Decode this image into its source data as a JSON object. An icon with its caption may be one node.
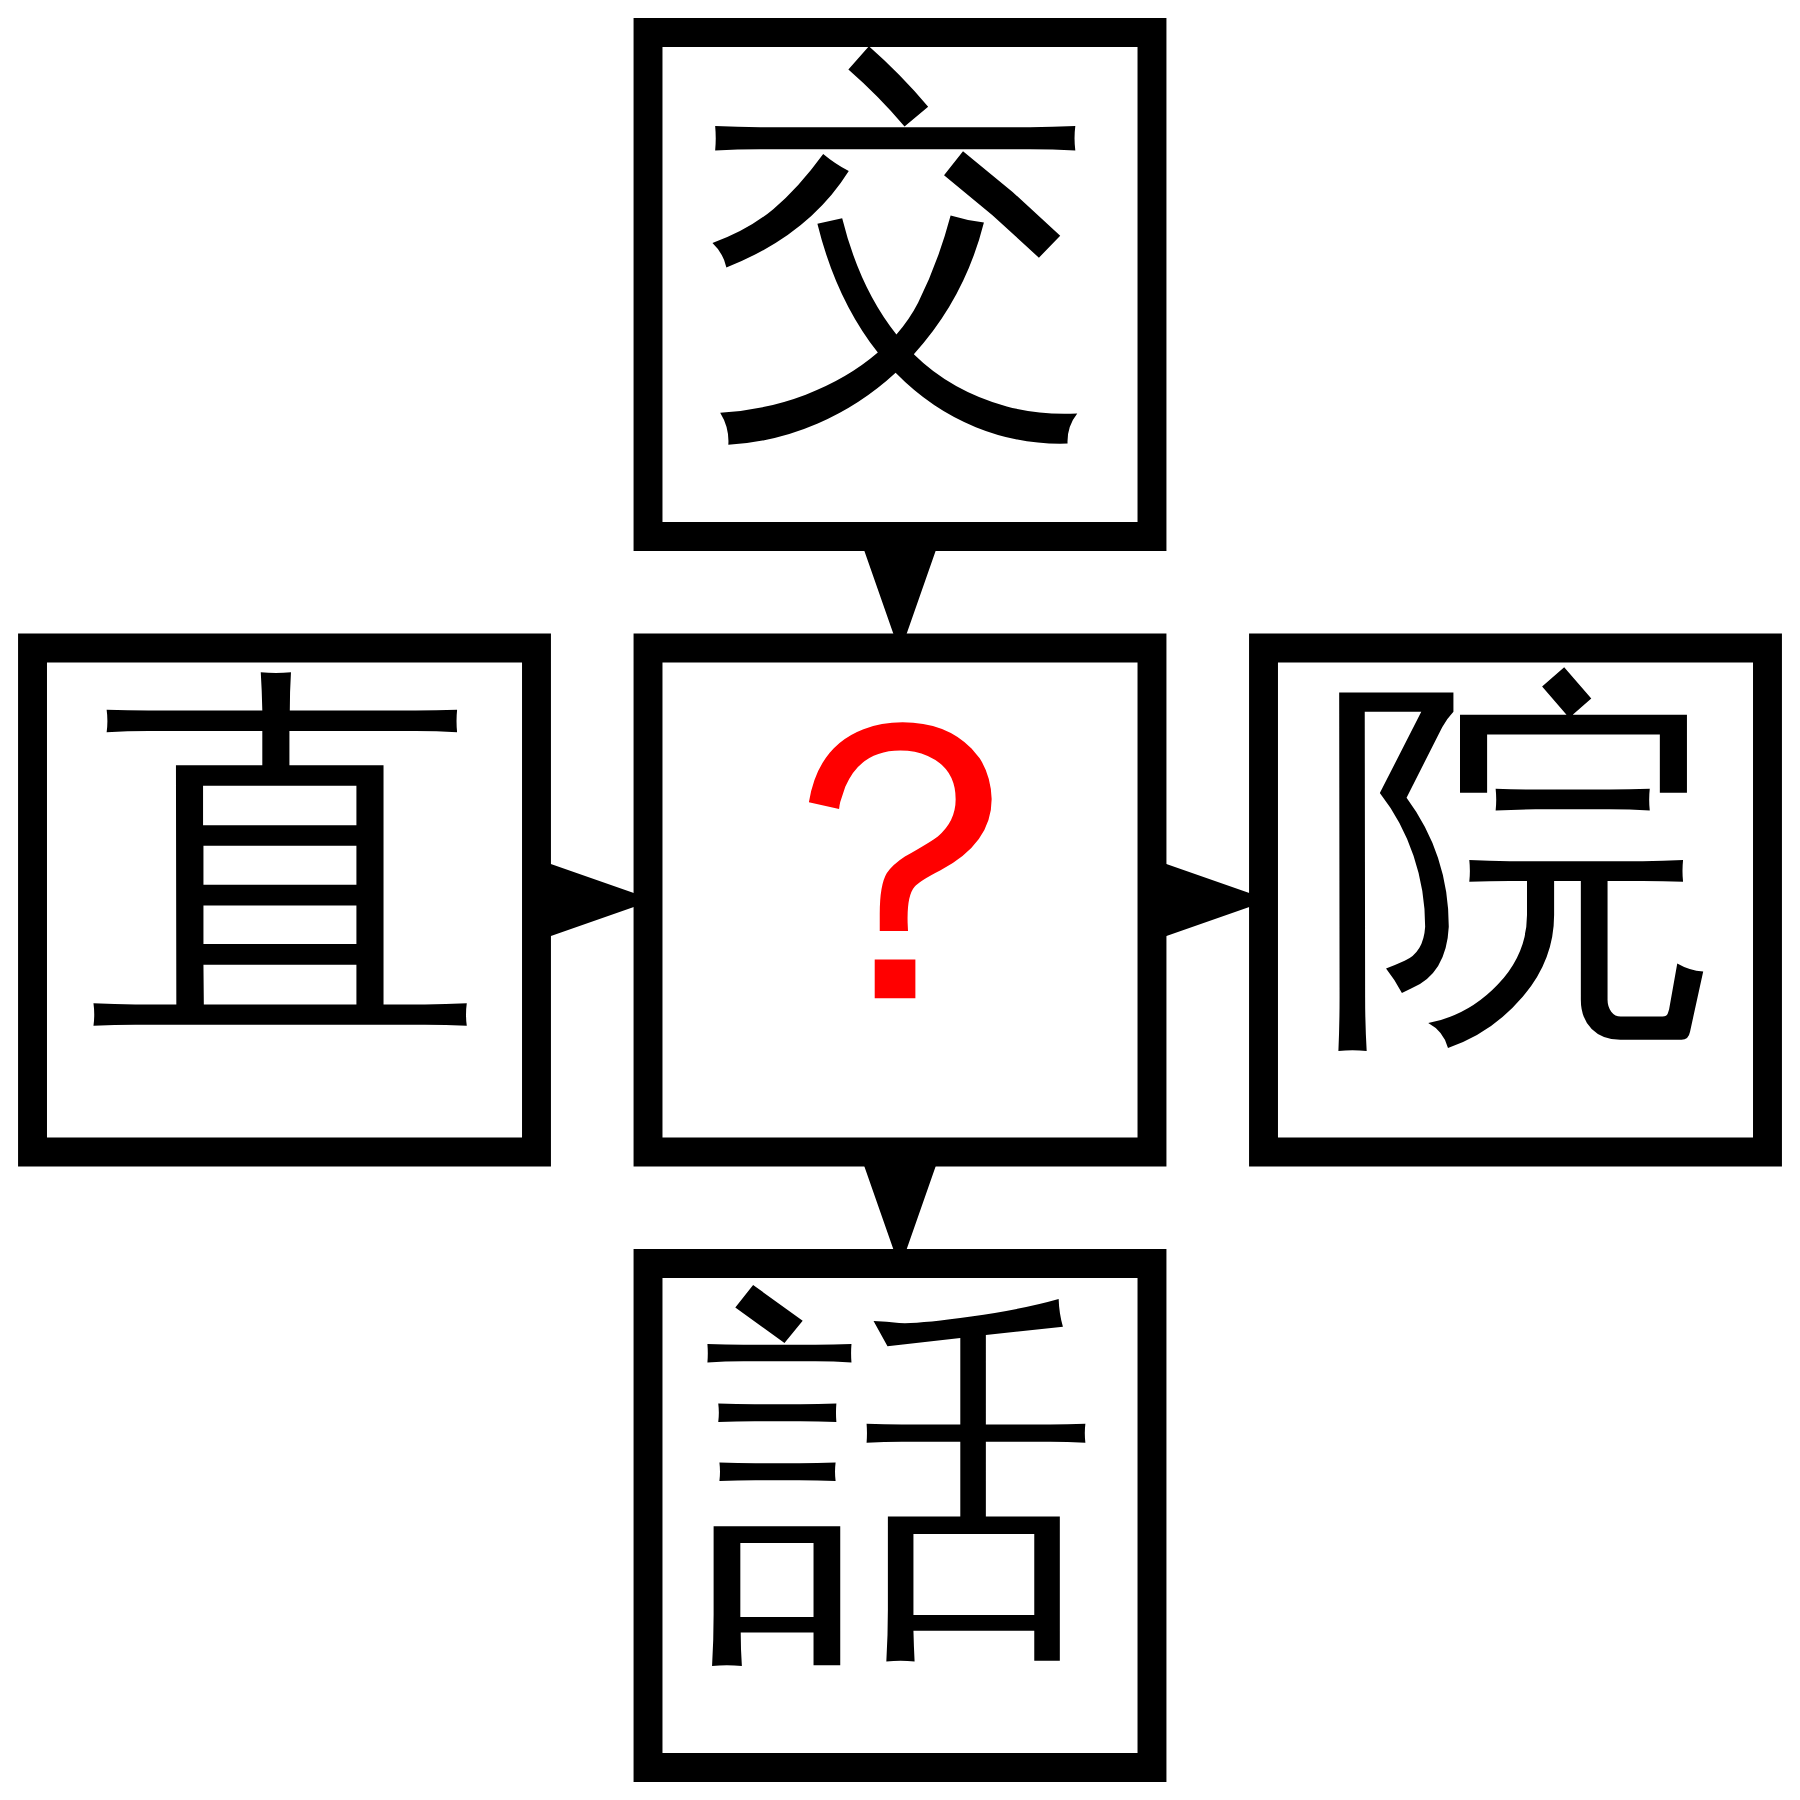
{
  "diagram": {
    "nodes": [
      {
        "text": [
          "交"
        ]
      },
      {
        "text": [
          "直"
        ]
      },
      {
        "text": [
          "？"
        ]
      },
      {
        "text": [
          "院"
        ]
      },
      {
        "text": [
          "話"
        ]
      }
    ],
    "edges": [
      {
        "from": 0,
        "to": 2,
        "arrow": "to"
      },
      {
        "from": 1,
        "to": 2,
        "arrow": "to"
      },
      {
        "from": 2,
        "to": 3,
        "arrow": "to"
      },
      {
        "from": 2,
        "to": 4,
        "arrow": "to"
      }
    ]
  }
}
